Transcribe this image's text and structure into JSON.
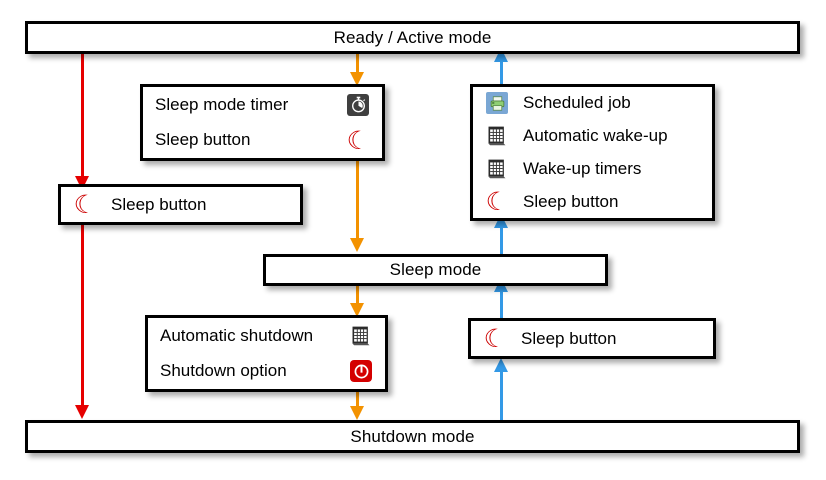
{
  "diagram": {
    "title_top": "Ready / Active mode",
    "title_middle": "Sleep mode",
    "title_bottom": "Shutdown mode",
    "colors": {
      "sleep_transition": "#f39200",
      "wake_transition": "#3399e6",
      "shutdown_transition": "#e60000",
      "moon_red": "#cc0000",
      "power_red": "#d40000"
    },
    "nodes": {
      "ready_active": {
        "label": "Ready / Active mode"
      },
      "sleep_mode": {
        "label": "Sleep mode"
      },
      "shutdown_mode": {
        "label": "Shutdown mode"
      }
    },
    "boxes": {
      "to_sleep": {
        "name": "enter-sleep-triggers",
        "rows": [
          {
            "label": "Sleep mode timer",
            "icon": "stopwatch-icon"
          },
          {
            "label": "Sleep button",
            "icon": "moon-icon"
          }
        ]
      },
      "wake_from_sleep": {
        "name": "wake-from-sleep-triggers",
        "rows": [
          {
            "label": "Scheduled job",
            "icon": "printer-icon"
          },
          {
            "label": "Automatic wake-up",
            "icon": "calendar-icon"
          },
          {
            "label": "Wake-up timers",
            "icon": "calendar-icon"
          },
          {
            "label": "Sleep button",
            "icon": "moon-icon"
          }
        ]
      },
      "direct_shutdown": {
        "name": "direct-shutdown-trigger",
        "rows": [
          {
            "label": "Sleep button",
            "icon": "moon-icon"
          }
        ]
      },
      "sleep_to_shutdown": {
        "name": "sleep-to-shutdown-triggers",
        "rows": [
          {
            "label": "Automatic shutdown",
            "icon": "calendar-icon"
          },
          {
            "label": "Shutdown option",
            "icon": "power-icon"
          }
        ]
      },
      "wake_from_shutdown": {
        "name": "wake-from-shutdown-trigger",
        "rows": [
          {
            "label": "Sleep button",
            "icon": "moon-icon"
          }
        ]
      }
    }
  }
}
